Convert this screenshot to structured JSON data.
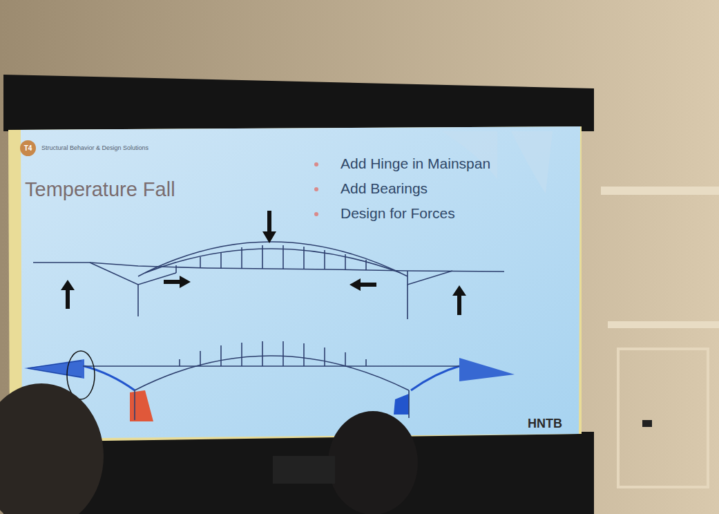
{
  "diagram": {
    "title": "Temperature Fall",
    "nodes": [
      {
        "text": [
          "T4"
        ]
      }
    ],
    "labels": [
      "Structural Behavior & Design Solutions",
      "Add Hinge in Mainspan",
      "Add Bearings",
      "Design for Forces",
      "HNTB"
    ]
  }
}
